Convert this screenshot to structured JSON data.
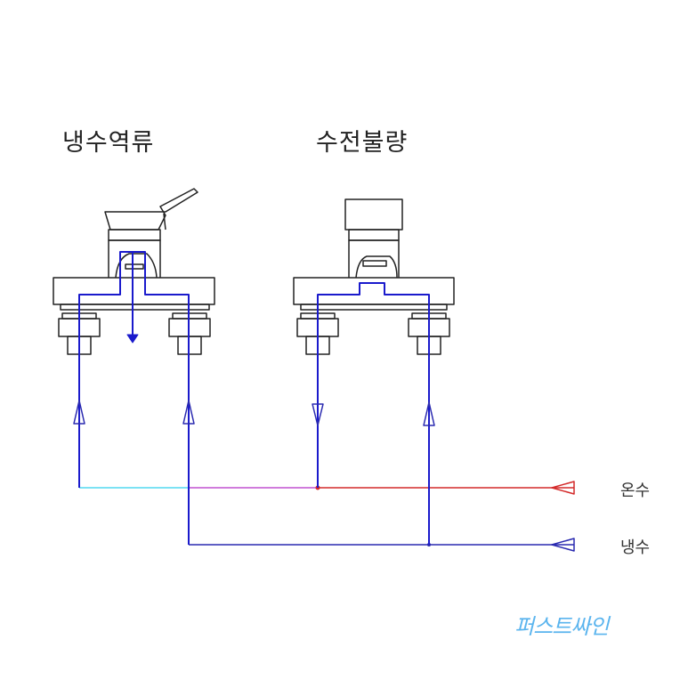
{
  "titles": {
    "left": "냉수역류",
    "right": "수전불량"
  },
  "legend": {
    "hot": "온수",
    "cold": "냉수"
  },
  "logo": "퍼스트싸인",
  "colors": {
    "hot": "#d42a2a",
    "cold": "#2a2ab0",
    "mixed": "#c050d0",
    "cyan": "#50d8f0",
    "outline": "#222222",
    "flow": "#1a1acc"
  }
}
